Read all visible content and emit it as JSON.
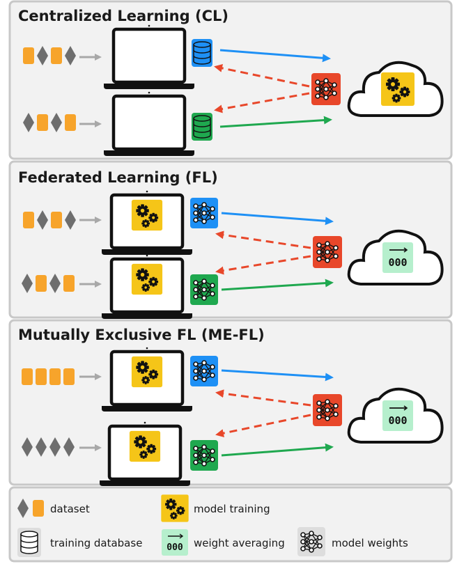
{
  "panels": [
    {
      "title": "Centralized Learning (CL)",
      "server_icon": "gears-icon",
      "client_icon": "blank-screen",
      "upload_icon": "database-icon"
    },
    {
      "title": "Federated Learning (FL)",
      "server_icon": "weight-averaging-icon",
      "client_icon": "gears-icon",
      "upload_icon": "model-weights-icon"
    },
    {
      "title": "Mutually Exclusive FL (ME-FL)",
      "server_icon": "weight-averaging-icon",
      "client_icon": "gears-icon",
      "upload_icon": "model-weights-icon"
    }
  ],
  "dataset_rows": [
    [
      "square",
      "diamond",
      "square",
      "diamond"
    ],
    [
      "diamond",
      "square",
      "diamond",
      "square"
    ],
    [
      "square",
      "diamond",
      "square",
      "diamond"
    ],
    [
      "diamond",
      "square",
      "diamond",
      "square"
    ],
    [
      "square",
      "square",
      "square",
      "square"
    ],
    [
      "diamond",
      "diamond",
      "diamond",
      "diamond"
    ]
  ],
  "legend": {
    "dataset": "dataset",
    "model_training": "model training",
    "training_database": "training database",
    "weight_averaging": "weight averaging",
    "model_weights": "model weights"
  },
  "colors": {
    "orange": "#f7a42b",
    "gray": "#6e6e6e",
    "blue": "#1e90f5",
    "green": "#1fa84f",
    "red": "#e8472a",
    "yellow": "#f5c518",
    "mint": "#b6efcd",
    "panel_border": "#c8c8c8"
  }
}
